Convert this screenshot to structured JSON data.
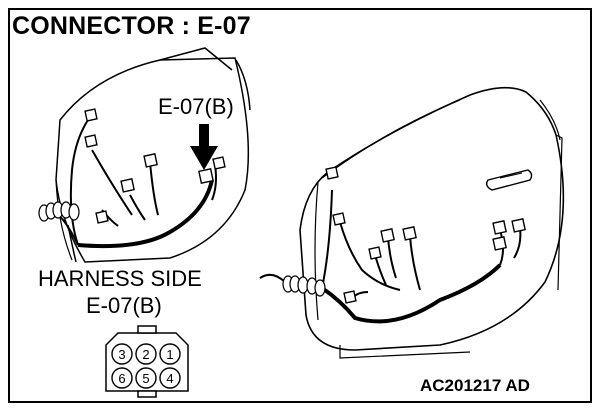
{
  "diagram": {
    "title": "CONNECTOR : E-07",
    "callout_label": "E-07(B)",
    "harness_label_line1": "HARNESS SIDE",
    "harness_label_line2": "E-07(B)",
    "figure_code": "AC201217 AD",
    "connector_pins_top": [
      "3",
      "2",
      "1"
    ],
    "connector_pins_bottom": [
      "6",
      "5",
      "4"
    ]
  }
}
